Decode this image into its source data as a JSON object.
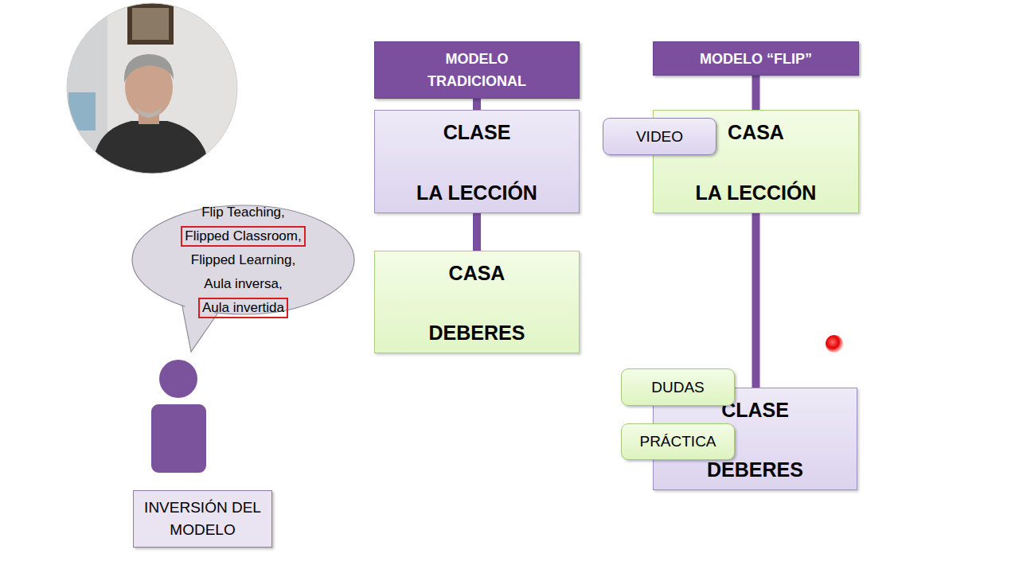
{
  "diagram": {
    "nodes": [
      {
        "text": [
          "Flip Teaching,",
          "Flipped Classroom,",
          "Flipped Learning,",
          "Aula inversa,",
          "Aula invertida"
        ]
      },
      {
        "text": [
          "INVERSIÓN DEL MODELO"
        ]
      },
      {
        "text": [
          "MODELO TRADICIONAL"
        ]
      },
      {
        "text": [
          "CLASE",
          "LA LECCIÓN"
        ]
      },
      {
        "text": [
          "CASA",
          "DEBERES"
        ]
      },
      {
        "text": [
          "MODELO “FLIP”"
        ]
      },
      {
        "text": [
          "VIDEO"
        ]
      },
      {
        "text": [
          "CASA",
          "LA LECCIÓN"
        ]
      },
      {
        "text": [
          "DUDAS"
        ]
      },
      {
        "text": [
          "CLASE",
          "DEBERES"
        ]
      },
      {
        "text": [
          "PRÁCTICA"
        ]
      }
    ],
    "edges": [
      {
        "from": 2,
        "to": 3,
        "arrow": "none"
      },
      {
        "from": 3,
        "to": 4,
        "arrow": "none"
      },
      {
        "from": 5,
        "to": 7,
        "arrow": "none"
      },
      {
        "from": 7,
        "to": 9,
        "arrow": "none"
      }
    ]
  }
}
